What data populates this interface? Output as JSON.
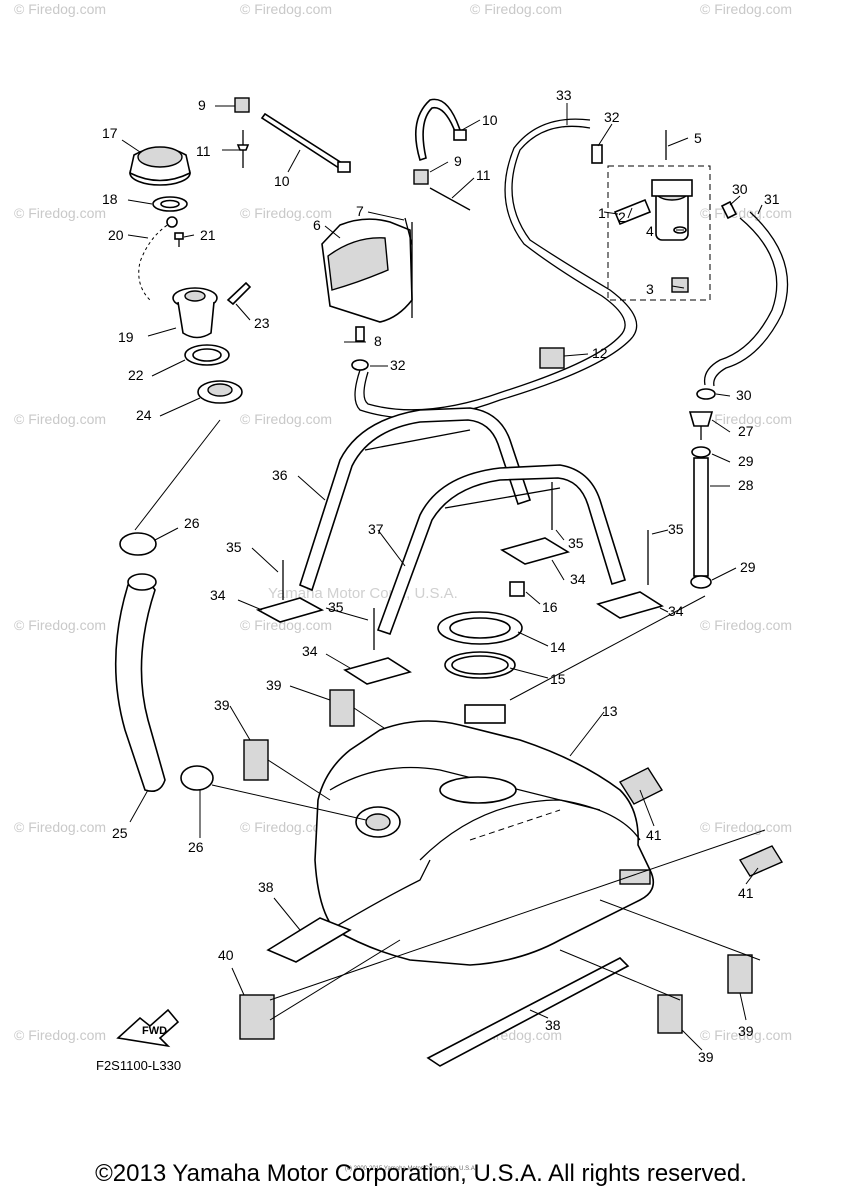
{
  "watermark": {
    "text": "© Firedog.com",
    "center_text": "© Firedog.com",
    "ghost": "Yamaha Motor Corp., U.S.A."
  },
  "callouts": [
    "1",
    "2",
    "3",
    "4",
    "5",
    "6",
    "7",
    "8",
    "9",
    "10",
    "11",
    "12",
    "13",
    "14",
    "15",
    "16",
    "17",
    "18",
    "19",
    "20",
    "21",
    "22",
    "23",
    "24",
    "25",
    "26",
    "27",
    "28",
    "29",
    "30",
    "31",
    "32",
    "33",
    "34",
    "35",
    "36",
    "37",
    "38",
    "39",
    "40",
    "41"
  ],
  "direction_label": "FWD",
  "diagram_code": "F2S1100-L330",
  "fine_print": "(c) 2000-2015 Yamaha Motor Corporation, U.S.A.",
  "copyright": "©2013 Yamaha Motor Corporation, U.S.A. All rights reserved."
}
